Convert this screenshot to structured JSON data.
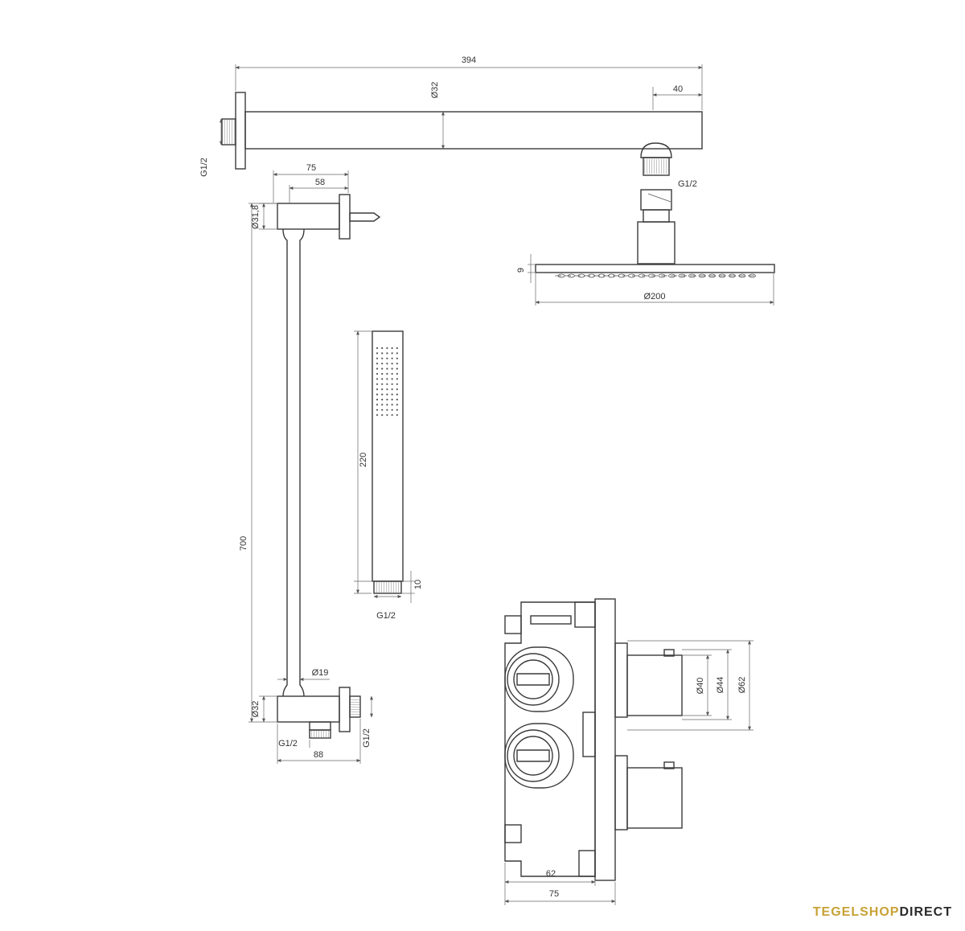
{
  "dimensions": {
    "arm_length": "394",
    "arm_diameter": "Ø32",
    "arm_end": "40",
    "arm_thread": "G1/2",
    "arm_thread_left": "G1/2",
    "holder_width": "75",
    "holder_inner": "58",
    "holder_diameter": "Ø31,8",
    "head_height": "9",
    "head_diameter": "Ø200",
    "bar_length": "700",
    "bar_diameter": "Ø19",
    "outlet_diameter": "Ø32",
    "outlet_thread_left": "G1/2",
    "outlet_thread_right": "G1/2",
    "outlet_width": "88",
    "hand_length": "220",
    "hand_thread_len": "10",
    "hand_thread": "G1/2",
    "valve_d40": "Ø40",
    "valve_d44": "Ø44",
    "valve_d62": "Ø62",
    "valve_depth_inner": "62",
    "valve_depth": "75"
  },
  "brand": {
    "part1": "TEGELSHOP",
    "part2": "DIRECT",
    "accent_color": "#c8a236",
    "dark_color": "#2a2a2a"
  }
}
